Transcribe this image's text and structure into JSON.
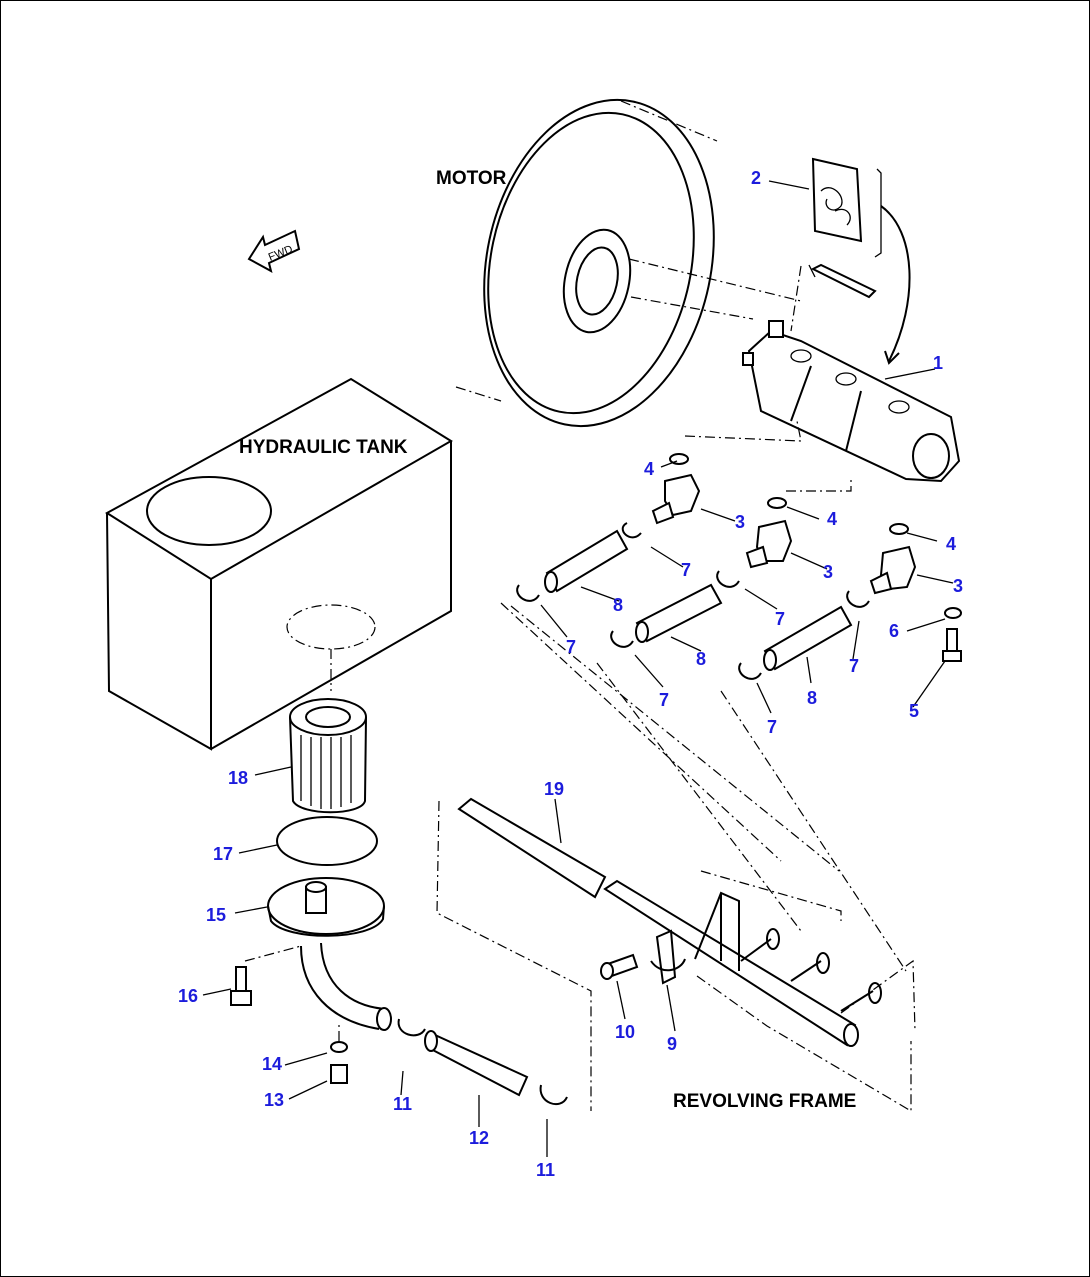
{
  "labels": {
    "motor": "MOTOR",
    "hydraulic_tank": "HYDRAULIC TANK",
    "revolving_frame": "REVOLVING FRAME",
    "fwd": "FWD"
  },
  "callouts": {
    "c1": "1",
    "c2": "2",
    "c3a": "3",
    "c3b": "3",
    "c3c": "3",
    "c4a": "4",
    "c4b": "4",
    "c4c": "4",
    "c5": "5",
    "c6": "6",
    "c7a": "7",
    "c7b": "7",
    "c7c": "7",
    "c7d": "7",
    "c7e": "7",
    "c7f": "7",
    "c8a": "8",
    "c8b": "8",
    "c8c": "8",
    "c9": "9",
    "c10": "10",
    "c11a": "11",
    "c11b": "11",
    "c12": "12",
    "c13": "13",
    "c14": "14",
    "c15": "15",
    "c16": "16",
    "c17": "17",
    "c18": "18",
    "c19": "19"
  },
  "colors": {
    "callout": "#1c1cdc",
    "line": "#000000"
  }
}
